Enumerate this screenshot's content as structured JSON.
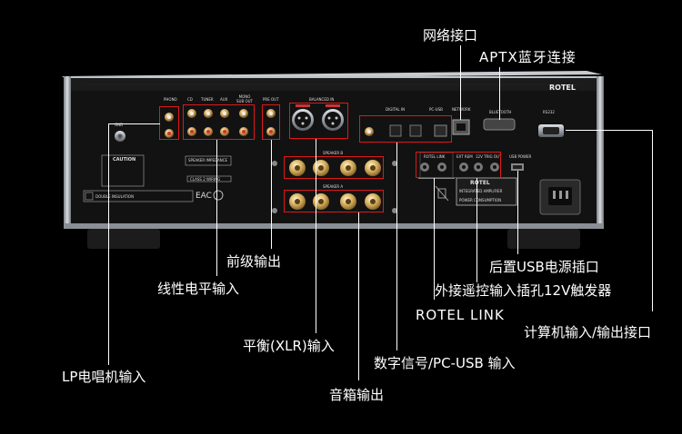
{
  "callouts": {
    "network_port": "网络接口",
    "aptx_bluetooth": "APTX蓝牙连接",
    "pre_out": "前级输出",
    "line_input": "线性电平输入",
    "usb_power": "后置USB电源插口",
    "remote_trigger": "外接遥控输入插孔12V触发器",
    "rotel_link": "ROTEL LINK",
    "computer_io": "计算机输入/输出接口",
    "balanced_xlr": "平衡(XLR)输入",
    "digital_pcusb": "数字信号/PC-USB 输入",
    "lp_phono": "LP电唱机输入",
    "speaker_out": "音箱输出"
  },
  "panel_text": {
    "brand": "ROTEL",
    "phono": "PHONO",
    "cd": "CD",
    "tuner": "TUNER",
    "aux": "AUX",
    "mono_sub_out": "MONO SUB OUT",
    "pre_out": "PRE OUT",
    "balanced_in": "BALANCED IN",
    "digital_in": "DIGITAL IN",
    "pc_usb": "PC-USB",
    "network": "NETWORK",
    "bluetooth": "BLUETOOTH",
    "rs232": "RS232",
    "gnd": "GND",
    "speaker_b": "SPEAKER B",
    "speaker_a": "SPEAKER A",
    "rotel_link": "ROTEL LINK",
    "ext_rem": "EXT REM",
    "trig_out": "12V TRIG OUT",
    "usb_power": "USB POWER",
    "caution": "CAUTION",
    "double_insulation": "DOUBLE INSULATION",
    "speaker_impedance": "SPEAKER IMPEDANCE",
    "class_2_wiring": "CLASS 2 WIRING",
    "eac": "EAC",
    "integrated_amplifier": "INTEGRATED AMPLIFIER",
    "power_consumption": "POWER CONSUMPTION"
  },
  "colors": {
    "highlight_box": "#e01818",
    "callout_text": "#ffffff",
    "panel": "#141414",
    "chassis": "#a9adb2"
  }
}
